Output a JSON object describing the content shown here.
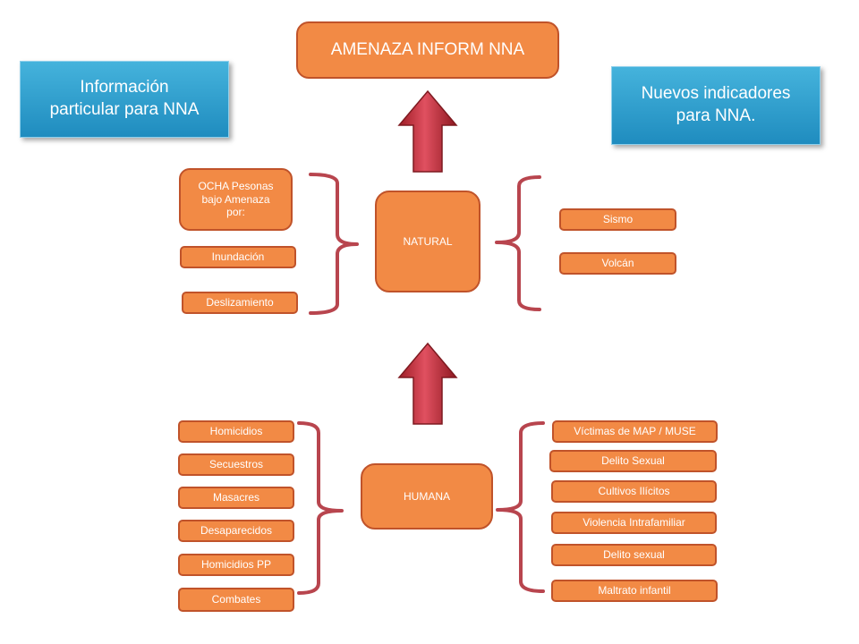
{
  "title": "AMENAZA INFORM NNA",
  "left_note": "Información particular para NNA",
  "right_note": "Nuevos indicadores para NNA.",
  "natural": {
    "label": "NATURAL",
    "ocha": "OCHA Pesonas bajo Amenaza por:",
    "left_items": [
      "Inundación",
      "Deslizamiento"
    ],
    "right_items": [
      "Sismo",
      "Volcán"
    ]
  },
  "humana": {
    "label": "HUMANA",
    "left_items": [
      "Homicidios",
      "Secuestros",
      "Masacres",
      "Desaparecidos",
      "Homicidios PP",
      "Combates"
    ],
    "right_items": [
      "Víctimas de MAP / MUSE",
      "Delito Sexual",
      "Cultivos Ilícitos",
      "Violencia Intrafamiliar",
      "Delito sexual",
      "Maltrato infantil"
    ]
  },
  "colors": {
    "box": "#f28a45",
    "box_border": "#c0532a",
    "arrow": "#c8313a",
    "bracket": "#b8454e",
    "note": "#2a9ccf"
  }
}
